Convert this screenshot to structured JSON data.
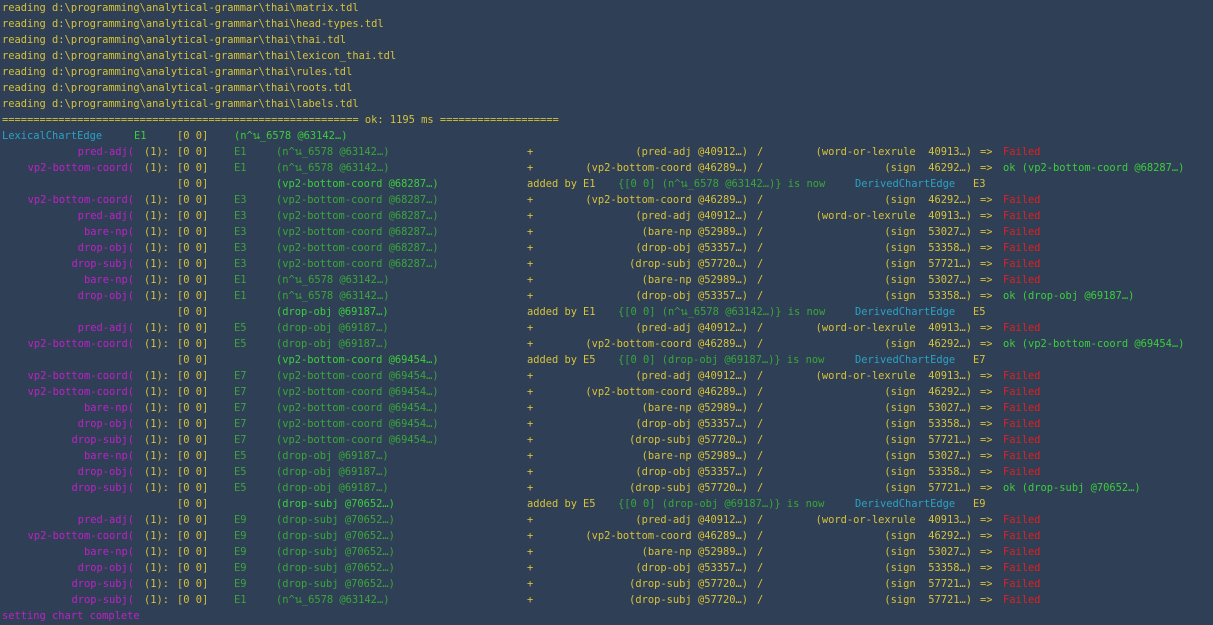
{
  "colors": {
    "background": "#2f3f55",
    "reading": "#d8c23a",
    "rule_name": "#c020c8",
    "edge": "#3ccf3c",
    "edge_dim": "#39a839",
    "failed": "#e02020",
    "derived": "#2aa3c6"
  },
  "reading_lines": [
    "reading d:\\programming\\analytical-grammar\\thai\\matrix.tdl",
    "reading d:\\programming\\analytical-grammar\\thai\\head-types.tdl",
    "reading d:\\programming\\analytical-grammar\\thai\\thai.tdl",
    "reading d:\\programming\\analytical-grammar\\thai\\lexicon_thai.tdl",
    "reading d:\\programming\\analytical-grammar\\thai\\rules.tdl",
    "reading d:\\programming\\analytical-grammar\\thai\\roots.tdl",
    "reading d:\\programming\\analytical-grammar\\thai\\labels.tdl"
  ],
  "separator": "========================================================= ok: 1195 ms ===================",
  "lexical": {
    "label": "LexicalChartEdge",
    "edge": "E1",
    "span": "[0 0]",
    "value": "(n^น_6578 @63142…)"
  },
  "rows": [
    {
      "type": "try",
      "rule": "pred-adj(",
      "cnt": "(1):",
      "span": "[0 0]",
      "edge": "E1",
      "obj": "(n^น_6578 @63142…)",
      "dim": true,
      "plus": "+",
      "mother": "(pred-adj @40912…)",
      "slash": "/",
      "dtr": "(word-or-lexrule  40913…)",
      "arrow": "=>",
      "res": "Failed",
      "res_type": "fail"
    },
    {
      "type": "try",
      "rule": "vp2-bottom-coord(",
      "cnt": "(1):",
      "span": "[0 0]",
      "edge": "E1",
      "obj": "(n^น_6578 @63142…)",
      "dim": true,
      "plus": "+",
      "mother": "(vp2-bottom-coord @46289…)",
      "slash": "/",
      "dtr": "(sign  46292…)",
      "arrow": "=>",
      "res": "ok (vp2-bottom-coord @68287…)",
      "res_type": "ok"
    },
    {
      "type": "added",
      "span": "[0 0]",
      "obj": "(vp2-bottom-coord @68287…)",
      "dim": true,
      "added": "added by",
      "by": "E1",
      "note": "{[0 0] (n^น_6578 @63142…)} is now",
      "derived": "DerivedChartEdge",
      "newedge": "E3"
    },
    {
      "type": "try",
      "rule": "vp2-bottom-coord(",
      "cnt": "(1):",
      "span": "[0 0]",
      "edge": "E3",
      "obj": "(vp2-bottom-coord @68287…)",
      "dim": true,
      "plus": "+",
      "mother": "(vp2-bottom-coord @46289…)",
      "slash": "/",
      "dtr": "(sign  46292…)",
      "arrow": "=>",
      "res": "Failed",
      "res_type": "fail"
    },
    {
      "type": "try",
      "rule": "pred-adj(",
      "cnt": "(1):",
      "span": "[0 0]",
      "edge": "E3",
      "obj": "(vp2-bottom-coord @68287…)",
      "dim": true,
      "plus": "+",
      "mother": "(pred-adj @40912…)",
      "slash": "/",
      "dtr": "(word-or-lexrule  40913…)",
      "arrow": "=>",
      "res": "Failed",
      "res_type": "fail"
    },
    {
      "type": "try",
      "rule": "bare-np(",
      "cnt": "(1):",
      "span": "[0 0]",
      "edge": "E3",
      "obj": "(vp2-bottom-coord @68287…)",
      "dim": true,
      "plus": "+",
      "mother": "(bare-np @52989…)",
      "slash": "/",
      "dtr": "(sign  53027…)",
      "arrow": "=>",
      "res": "Failed",
      "res_type": "fail"
    },
    {
      "type": "try",
      "rule": "drop-obj(",
      "cnt": "(1):",
      "span": "[0 0]",
      "edge": "E3",
      "obj": "(vp2-bottom-coord @68287…)",
      "dim": true,
      "plus": "+",
      "mother": "(drop-obj @53357…)",
      "slash": "/",
      "dtr": "(sign  53358…)",
      "arrow": "=>",
      "res": "Failed",
      "res_type": "fail"
    },
    {
      "type": "try",
      "rule": "drop-subj(",
      "cnt": "(1):",
      "span": "[0 0]",
      "edge": "E3",
      "obj": "(vp2-bottom-coord @68287…)",
      "dim": true,
      "plus": "+",
      "mother": "(drop-subj @57720…)",
      "slash": "/",
      "dtr": "(sign  57721…)",
      "arrow": "=>",
      "res": "Failed",
      "res_type": "fail"
    },
    {
      "type": "try",
      "rule": "bare-np(",
      "cnt": "(1):",
      "span": "[0 0]",
      "edge": "E1",
      "obj": "(n^น_6578 @63142…)",
      "dim": true,
      "plus": "+",
      "mother": "(bare-np @52989…)",
      "slash": "/",
      "dtr": "(sign  53027…)",
      "arrow": "=>",
      "res": "Failed",
      "res_type": "fail"
    },
    {
      "type": "try",
      "rule": "drop-obj(",
      "cnt": "(1):",
      "span": "[0 0]",
      "edge": "E1",
      "obj": "(n^น_6578 @63142…)",
      "dim": true,
      "plus": "+",
      "mother": "(drop-obj @53357…)",
      "slash": "/",
      "dtr": "(sign  53358…)",
      "arrow": "=>",
      "res": "ok (drop-obj @69187…)",
      "res_type": "ok"
    },
    {
      "type": "added",
      "span": "[0 0]",
      "obj": "(drop-obj @69187…)",
      "dim": true,
      "added": "added by",
      "by": "E1",
      "note": "{[0 0] (n^น_6578 @63142…)} is now",
      "derived": "DerivedChartEdge",
      "newedge": "E5"
    },
    {
      "type": "try",
      "rule": "pred-adj(",
      "cnt": "(1):",
      "span": "[0 0]",
      "edge": "E5",
      "obj": "(drop-obj @69187…)",
      "dim": true,
      "plus": "+",
      "mother": "(pred-adj @40912…)",
      "slash": "/",
      "dtr": "(word-or-lexrule  40913…)",
      "arrow": "=>",
      "res": "Failed",
      "res_type": "fail"
    },
    {
      "type": "try",
      "rule": "vp2-bottom-coord(",
      "cnt": "(1):",
      "span": "[0 0]",
      "edge": "E5",
      "obj": "(drop-obj @69187…)",
      "dim": true,
      "plus": "+",
      "mother": "(vp2-bottom-coord @46289…)",
      "slash": "/",
      "dtr": "(sign  46292…)",
      "arrow": "=>",
      "res": "ok (vp2-bottom-coord @69454…)",
      "res_type": "ok"
    },
    {
      "type": "added",
      "span": "[0 0]",
      "obj": "(vp2-bottom-coord @69454…)",
      "dim": true,
      "added": "added by",
      "by": "E5",
      "note": "{[0 0] (drop-obj @69187…)} is now",
      "derived": "DerivedChartEdge",
      "newedge": "E7"
    },
    {
      "type": "try",
      "rule": "vp2-bottom-coord(",
      "cnt": "(1):",
      "span": "[0 0]",
      "edge": "E7",
      "obj": "(vp2-bottom-coord @69454…)",
      "dim": true,
      "plus": "+",
      "mother": "(pred-adj @40912…)",
      "slash": "/",
      "dtr": "(word-or-lexrule  40913…)",
      "arrow": "=>",
      "res": "Failed",
      "res_type": "fail"
    },
    {
      "type": "try",
      "rule": "vp2-bottom-coord(",
      "cnt": "(1):",
      "span": "[0 0]",
      "edge": "E7",
      "obj": "(vp2-bottom-coord @69454…)",
      "dim": true,
      "plus": "+",
      "mother": "(vp2-bottom-coord @46289…)",
      "slash": "/",
      "dtr": "(sign  46292…)",
      "arrow": "=>",
      "res": "Failed",
      "res_type": "fail"
    },
    {
      "type": "try",
      "rule": "bare-np(",
      "cnt": "(1):",
      "span": "[0 0]",
      "edge": "E7",
      "obj": "(vp2-bottom-coord @69454…)",
      "dim": true,
      "plus": "+",
      "mother": "(bare-np @52989…)",
      "slash": "/",
      "dtr": "(sign  53027…)",
      "arrow": "=>",
      "res": "Failed",
      "res_type": "fail"
    },
    {
      "type": "try",
      "rule": "drop-obj(",
      "cnt": "(1):",
      "span": "[0 0]",
      "edge": "E7",
      "obj": "(vp2-bottom-coord @69454…)",
      "dim": true,
      "plus": "+",
      "mother": "(drop-obj @53357…)",
      "slash": "/",
      "dtr": "(sign  53358…)",
      "arrow": "=>",
      "res": "Failed",
      "res_type": "fail"
    },
    {
      "type": "try",
      "rule": "drop-subj(",
      "cnt": "(1):",
      "span": "[0 0]",
      "edge": "E7",
      "obj": "(vp2-bottom-coord @69454…)",
      "dim": true,
      "plus": "+",
      "mother": "(drop-subj @57720…)",
      "slash": "/",
      "dtr": "(sign  57721…)",
      "arrow": "=>",
      "res": "Failed",
      "res_type": "fail"
    },
    {
      "type": "try",
      "rule": "bare-np(",
      "cnt": "(1):",
      "span": "[0 0]",
      "edge": "E5",
      "obj": "(drop-obj @69187…)",
      "dim": true,
      "plus": "+",
      "mother": "(bare-np @52989…)",
      "slash": "/",
      "dtr": "(sign  53027…)",
      "arrow": "=>",
      "res": "Failed",
      "res_type": "fail"
    },
    {
      "type": "try",
      "rule": "drop-obj(",
      "cnt": "(1):",
      "span": "[0 0]",
      "edge": "E5",
      "obj": "(drop-obj @69187…)",
      "dim": true,
      "plus": "+",
      "mother": "(drop-obj @53357…)",
      "slash": "/",
      "dtr": "(sign  53358…)",
      "arrow": "=>",
      "res": "Failed",
      "res_type": "fail"
    },
    {
      "type": "try",
      "rule": "drop-subj(",
      "cnt": "(1):",
      "span": "[0 0]",
      "edge": "E5",
      "obj": "(drop-obj @69187…)",
      "dim": true,
      "plus": "+",
      "mother": "(drop-subj @57720…)",
      "slash": "/",
      "dtr": "(sign  57721…)",
      "arrow": "=>",
      "res": "ok (drop-subj @70652…)",
      "res_type": "ok"
    },
    {
      "type": "added",
      "span": "[0 0]",
      "obj": "(drop-subj @70652…)",
      "dim": true,
      "added": "added by",
      "by": "E5",
      "note": "{[0 0] (drop-obj @69187…)} is now",
      "derived": "DerivedChartEdge",
      "newedge": "E9"
    },
    {
      "type": "try",
      "rule": "pred-adj(",
      "cnt": "(1):",
      "span": "[0 0]",
      "edge": "E9",
      "obj": "(drop-subj @70652…)",
      "dim": true,
      "plus": "+",
      "mother": "(pred-adj @40912…)",
      "slash": "/",
      "dtr": "(word-or-lexrule  40913…)",
      "arrow": "=>",
      "res": "Failed",
      "res_type": "fail"
    },
    {
      "type": "try",
      "rule": "vp2-bottom-coord(",
      "cnt": "(1):",
      "span": "[0 0]",
      "edge": "E9",
      "obj": "(drop-subj @70652…)",
      "dim": true,
      "plus": "+",
      "mother": "(vp2-bottom-coord @46289…)",
      "slash": "/",
      "dtr": "(sign  46292…)",
      "arrow": "=>",
      "res": "Failed",
      "res_type": "fail"
    },
    {
      "type": "try",
      "rule": "bare-np(",
      "cnt": "(1):",
      "span": "[0 0]",
      "edge": "E9",
      "obj": "(drop-subj @70652…)",
      "dim": true,
      "plus": "+",
      "mother": "(bare-np @52989…)",
      "slash": "/",
      "dtr": "(sign  53027…)",
      "arrow": "=>",
      "res": "Failed",
      "res_type": "fail"
    },
    {
      "type": "try",
      "rule": "drop-obj(",
      "cnt": "(1):",
      "span": "[0 0]",
      "edge": "E9",
      "obj": "(drop-subj @70652…)",
      "dim": true,
      "plus": "+",
      "mother": "(drop-obj @53357…)",
      "slash": "/",
      "dtr": "(sign  53358…)",
      "arrow": "=>",
      "res": "Failed",
      "res_type": "fail"
    },
    {
      "type": "try",
      "rule": "drop-subj(",
      "cnt": "(1):",
      "span": "[0 0]",
      "edge": "E9",
      "obj": "(drop-subj @70652…)",
      "dim": true,
      "plus": "+",
      "mother": "(drop-subj @57720…)",
      "slash": "/",
      "dtr": "(sign  57721…)",
      "arrow": "=>",
      "res": "Failed",
      "res_type": "fail"
    },
    {
      "type": "try",
      "rule": "drop-subj(",
      "cnt": "(1):",
      "span": "[0 0]",
      "edge": "E1",
      "obj": "(n^น_6578 @63142…)",
      "dim": true,
      "plus": "+",
      "mother": "(drop-subj @57720…)",
      "slash": "/",
      "dtr": "(sign  57721…)",
      "arrow": "=>",
      "res": "Failed",
      "res_type": "fail"
    }
  ],
  "footer": "setting chart complete"
}
